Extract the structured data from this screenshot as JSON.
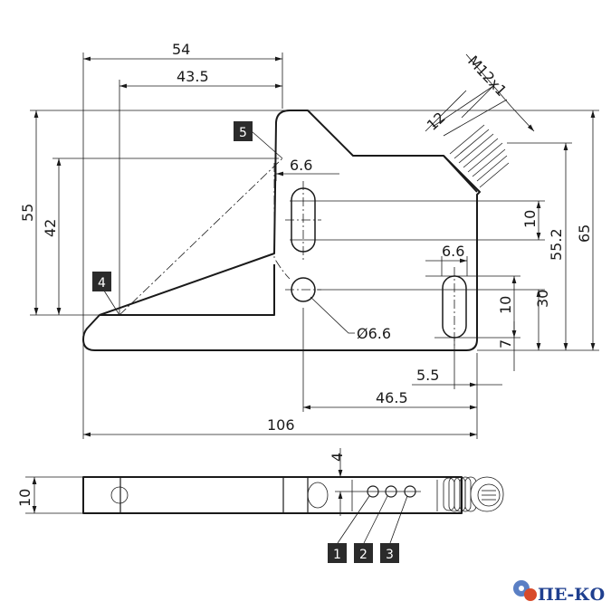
{
  "drawing": {
    "dimensions": {
      "width_top": "54",
      "offset_top": "43.5",
      "height_left": "55",
      "height_inner": "42",
      "height_total": "65",
      "connector_height": "55.2",
      "slot_length": "10",
      "hole_height": "30",
      "slot2_length": "10",
      "slot2_bottom": "7",
      "slot_width": "6.6",
      "slot2_width": "6.6",
      "slot2_offset": "5.5",
      "hole_offset": "46.5",
      "total_length": "106",
      "hole_diameter": "Ø6.6",
      "thread": "M12x1",
      "connector_length": "12",
      "thickness": "10",
      "led_offset": "4"
    },
    "callouts": [
      "1",
      "2",
      "3",
      "4",
      "5"
    ]
  },
  "logo": {
    "text": "ПЕ-КО"
  },
  "colors": {
    "line": "#1a1a1a",
    "callout": "#2b2b2b",
    "logo": "#1f3f8f"
  }
}
